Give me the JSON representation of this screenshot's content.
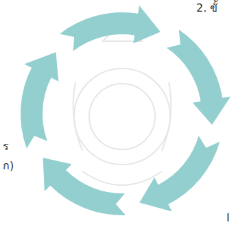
{
  "diagram": {
    "labels": [
      "2. ขั้",
      "ร",
      "ก)",
      "I"
    ]
  }
}
